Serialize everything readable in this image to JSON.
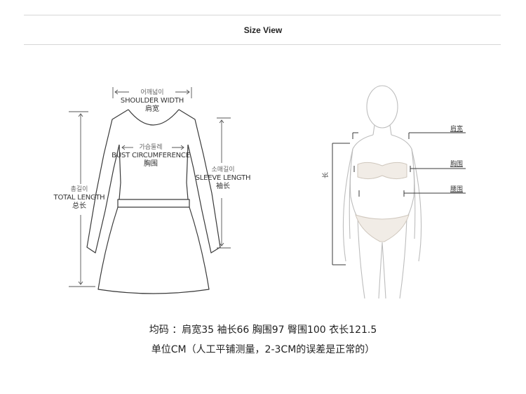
{
  "header": {
    "title": "Size View"
  },
  "dress_labels": {
    "shoulder": {
      "ko": "어깨넓이",
      "en": "SHOULDER WIDTH",
      "zh": "肩宽"
    },
    "bust": {
      "ko": "가슴둘레",
      "en": "BUST CIRCUMFERENCE",
      "zh": "胸围"
    },
    "sleeve": {
      "ko": "소매길이",
      "en": "SLEEVE LENGTH",
      "zh": "袖长"
    },
    "total": {
      "ko": "총길이",
      "en": "TOTAL LENGTH",
      "zh": "总长"
    }
  },
  "body_labels": {
    "shoulder": "肩宽",
    "chest": "胸围",
    "hip": "腰围",
    "length": "长"
  },
  "footer": {
    "sizes_line": "均码 ：肩宽35  袖长66  胸围97  臀围100  衣长121.5",
    "note_line": "单位CM（人工平铺测量，2-3CM的误差是正常的）"
  },
  "colors": {
    "line": "#3a3a3a",
    "rule": "#d6d6d6",
    "skin_fill": "#f1ece6"
  }
}
